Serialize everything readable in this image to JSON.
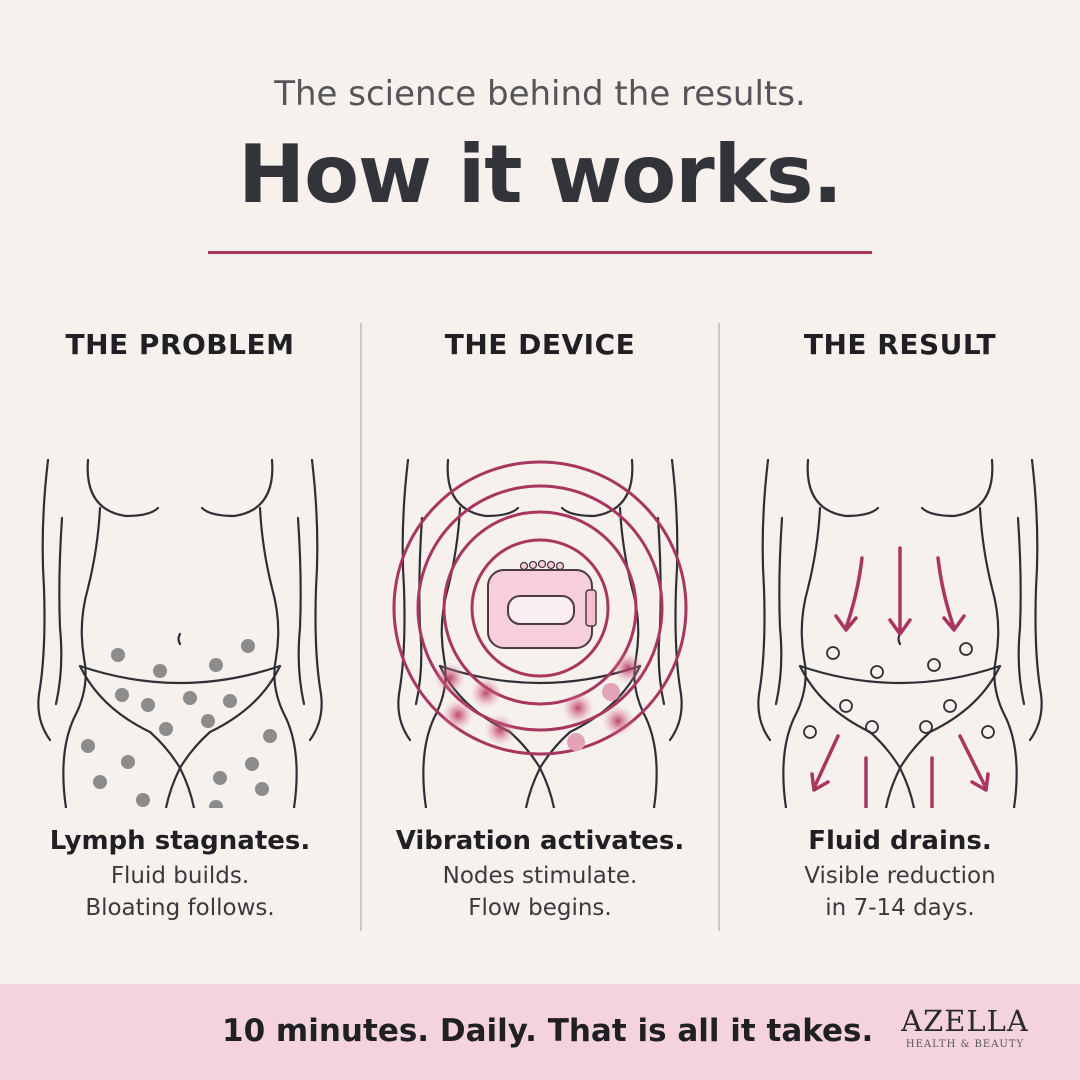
{
  "header": {
    "subtitle": "The science behind the results.",
    "title": "How it works."
  },
  "colors": {
    "accent": "#a8365e",
    "outline": "#2f3036",
    "background": "#f6f1ed",
    "footer_bg": "#f4d3dd",
    "node_gray": "#8c8c8c",
    "device_pink": "#f7cfdc"
  },
  "columns": [
    {
      "heading": "THE PROBLEM",
      "lead": "Lymph stagnates.",
      "line1": "Fluid builds.",
      "line2": "Bloating follows."
    },
    {
      "heading": "THE DEVICE",
      "lead": "Vibration activates.",
      "line1": "Nodes stimulate.",
      "line2": "Flow begins."
    },
    {
      "heading": "THE RESULT",
      "lead": "Fluid drains.",
      "line1": "Visible reduction",
      "line2": "in 7-14 days."
    }
  ],
  "footer": {
    "tagline": "10 minutes. Daily. That is all it takes.",
    "brand_name": "AZELLA",
    "brand_tagline": "HEALTH & BEAUTY"
  }
}
